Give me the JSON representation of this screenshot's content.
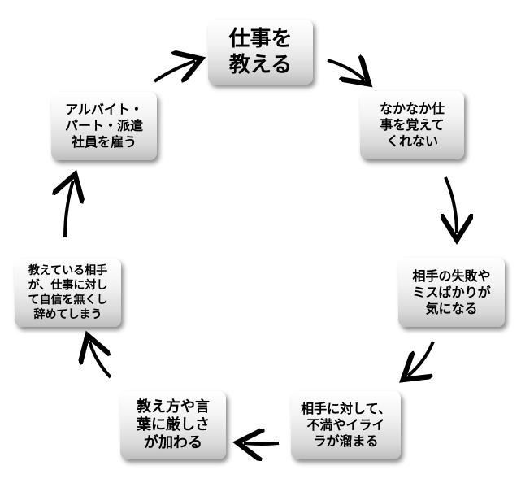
{
  "diagram": {
    "nodes": [
      {
        "label": "仕事を\n教える"
      },
      {
        "label": "なかなか仕\n事を覚えて\nくれない"
      },
      {
        "label": "相手の失敗や\nミスばかりが\n気になる"
      },
      {
        "label": "相手に対して、\n不満やイライ\nラが溜まる"
      },
      {
        "label": "教え方や言\n葉に厳しさ\nが加わる"
      },
      {
        "label": "教えている相手\nが、仕事に対し\nて自信を無くし\n辞めてしまう"
      },
      {
        "label": "アルバイト・\nパート・派遣\n社員を雇う"
      }
    ],
    "arrow_color": "#000000"
  }
}
